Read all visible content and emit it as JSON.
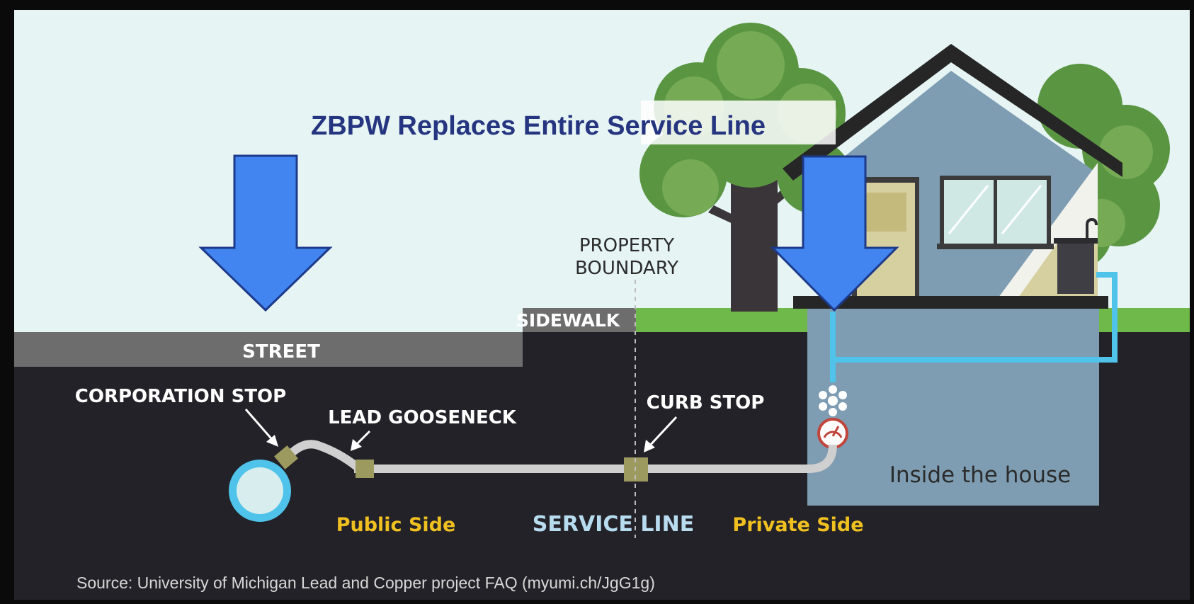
{
  "title": "ZBPW Replaces Entire Service Line",
  "labels": {
    "property_boundary_line1": "PROPERTY",
    "property_boundary_line2": "BOUNDARY",
    "sidewalk": "SIDEWALK",
    "street": "STREET",
    "corporation_stop": "CORPORATION STOP",
    "lead_gooseneck": "LEAD GOOSENECK",
    "curb_stop": "CURB STOP",
    "public_side": "Public Side",
    "service_line": "SERVICE LINE",
    "private_side": "Private Side",
    "inside_the_house": "Inside the house"
  },
  "source": "Source: University of Michigan Lead and Copper project FAQ (myumi.ch/JgG1g)",
  "colors": {
    "sky": "#e6f4f4",
    "ground": "#232228",
    "street": "#6d6d6d",
    "grass": "#6fb84a",
    "house": "#7e9db2",
    "roof": "#262626",
    "tree": "#5a9642",
    "arrow": "#4285f0",
    "arrow_outline": "#1d3a8a",
    "water_pipe": "#4fc3ea",
    "service_pipe": "#cfcfcf",
    "fitting": "#9c9a5e",
    "public_private_label": "#f0c020",
    "title": "#25357f"
  },
  "icons": [
    "down-arrow-icon",
    "down-arrow-icon",
    "water-main-icon",
    "valve-icon",
    "water-meter-icon",
    "faucet-icon",
    "tree-icon"
  ]
}
